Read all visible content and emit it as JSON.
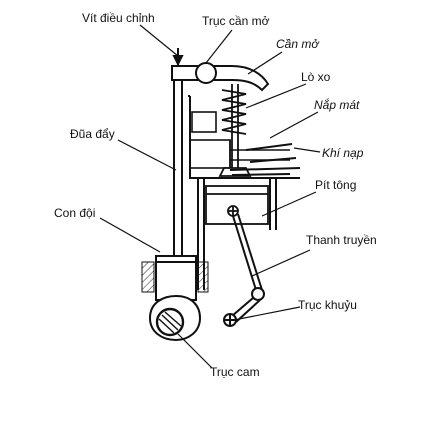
{
  "labels": {
    "vit_dieu_chinh": "Vít điều chỉnh",
    "truc_can_mo": "Trục cần mở",
    "can_mo": "Cần mở",
    "lo_xo": "Lò xo",
    "nap_mat": "Nắp mát",
    "khi_nap": "Khí nạp",
    "pit_tong": "Pít tông",
    "dua_day": "Đũa đẩy",
    "con_doi": "Con đội",
    "thanh_truyen": "Thanh truyền",
    "truc_khuyu": "Trục khuỷu",
    "truc_cam": "Trục cam"
  }
}
